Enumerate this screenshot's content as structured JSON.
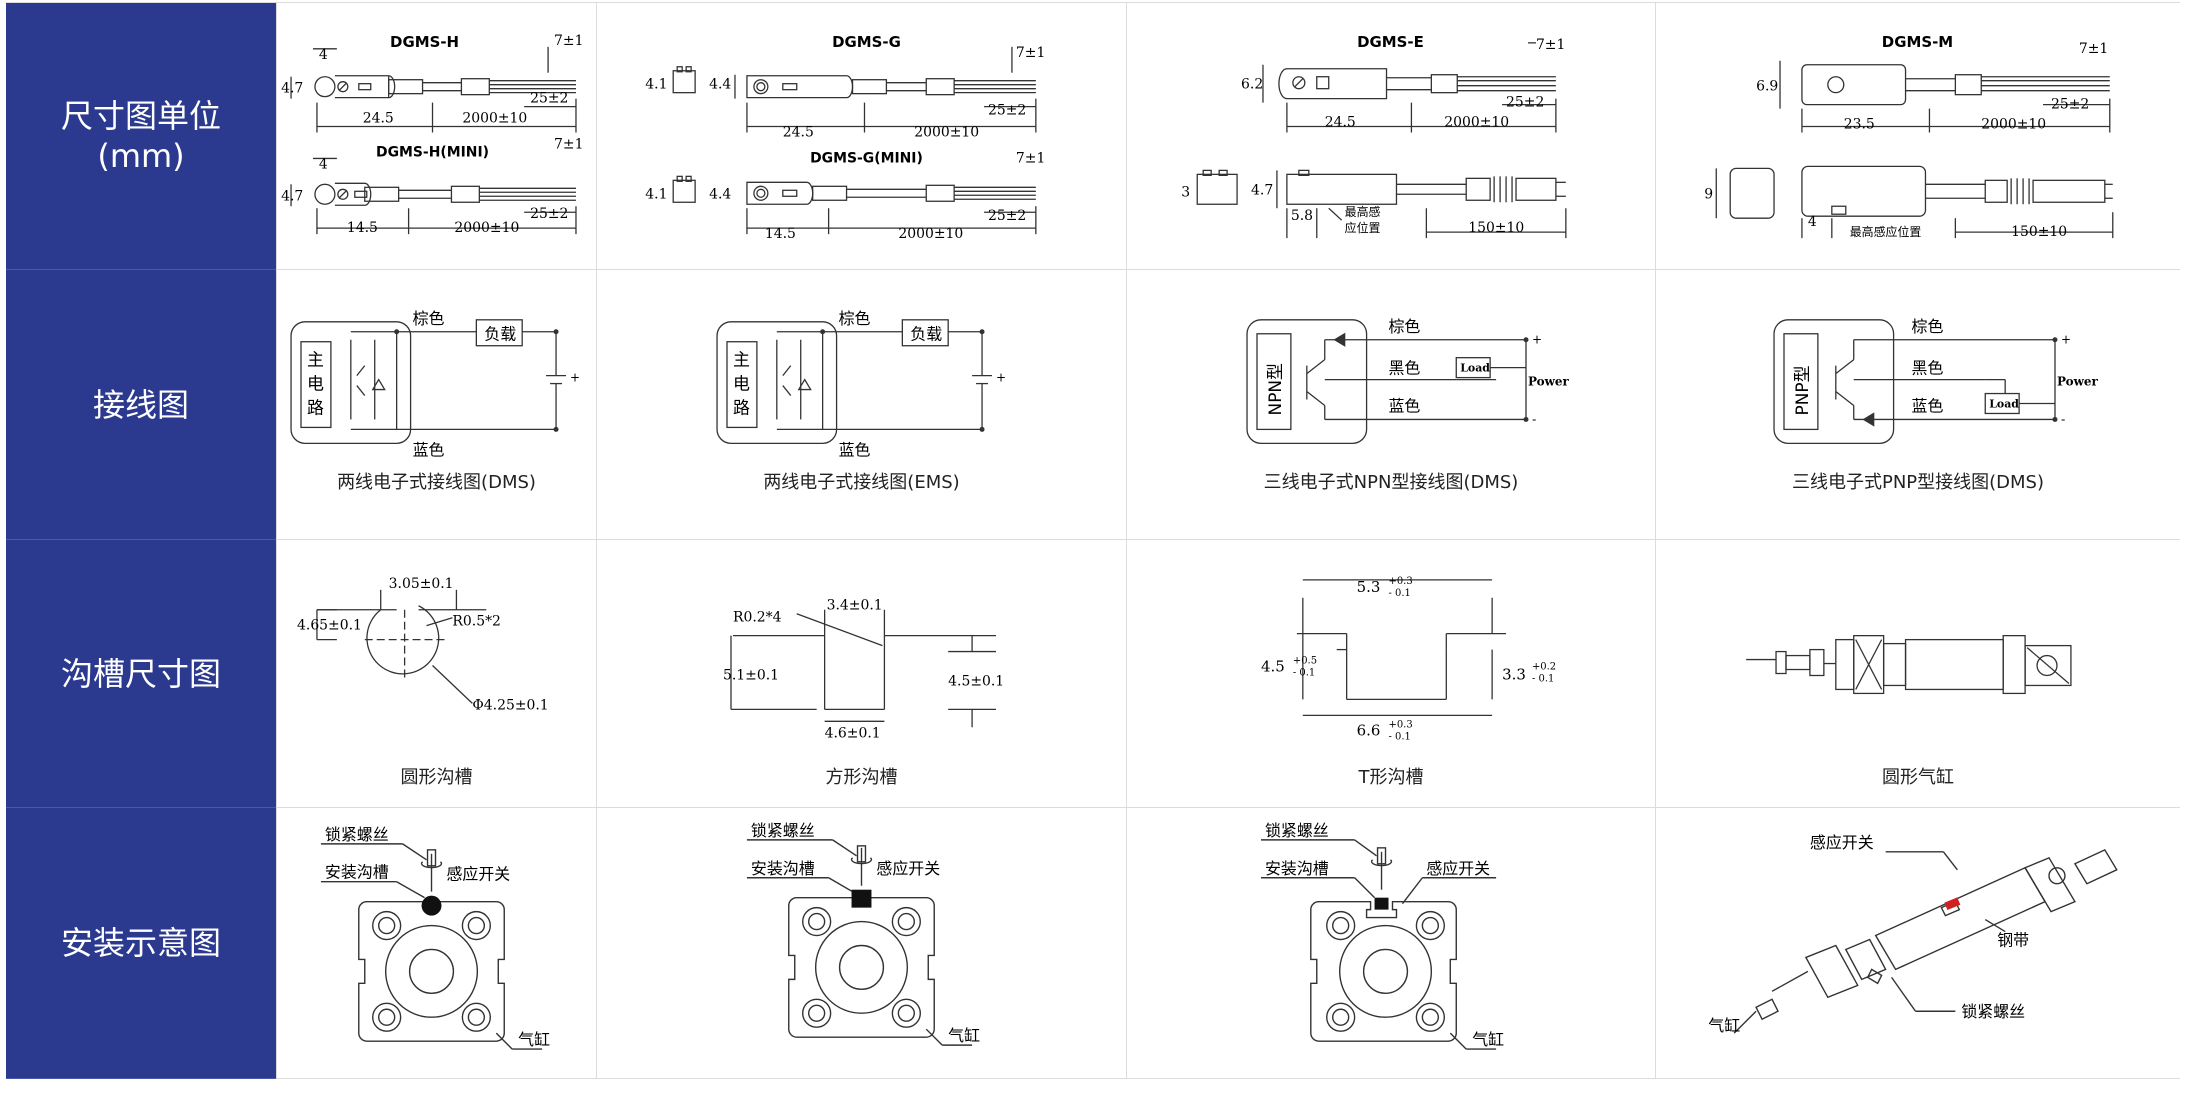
{
  "rows": {
    "dimensions": {
      "label_line1": "尺寸图单位",
      "label_line2": "(mm)"
    },
    "wiring": {
      "label": "接线图"
    },
    "groove": {
      "label": "沟槽尺寸图"
    },
    "install": {
      "label": "安装示意图"
    }
  },
  "dimensions": {
    "h": {
      "title": "DGMS-H",
      "mini_title": "DGMS-H(MINI)",
      "dia": "4.7",
      "top": "4",
      "len": "24.5",
      "mini_len": "14.5",
      "cable": "2000±10",
      "tail": "25±2",
      "strip": "7±1"
    },
    "g": {
      "title": "DGMS-G",
      "mini_title": "DGMS-G(MINI)",
      "side": "4.1",
      "dia": "4.4",
      "len": "24.5",
      "mini_len": "14.5",
      "cable": "2000±10",
      "tail": "25±2",
      "strip": "7±1"
    },
    "e": {
      "title": "DGMS-E",
      "h": "6.2",
      "len": "24.5",
      "cable": "2000±10",
      "tail": "25±2",
      "strip": "7±1",
      "side": "3",
      "h2": "4.7",
      "offset": "5.8",
      "sense": "最高感",
      "sense2": "应位置",
      "cable2": "150±10"
    },
    "m": {
      "title": "DGMS-M",
      "h": "6.9",
      "len": "23.5",
      "cable": "2000±10",
      "tail": "25±2",
      "strip": "7±1",
      "side": "9",
      "offset": "4",
      "sense": "最高感应位置",
      "cable2": "150±10"
    }
  },
  "wiring": {
    "dms2": {
      "caption": "两线电子式接线图(DMS)",
      "brown": "棕色",
      "blue": "蓝色",
      "load": "负载",
      "c1": "主",
      "c2": "电",
      "c3": "路",
      "plus": "+",
      "minus": "-"
    },
    "ems2": {
      "caption": "两线电子式接线图(EMS)",
      "brown": "棕色",
      "blue": "蓝色",
      "load": "负载",
      "c1": "主",
      "c2": "电",
      "c3": "路",
      "plus": "+",
      "minus": "-"
    },
    "npn": {
      "caption": "三线电子式NPN型接线图(DMS)",
      "brown": "棕色",
      "black": "黑色",
      "blue": "蓝色",
      "load": "Load",
      "power": "Power",
      "type": "NPN型",
      "plus": "+",
      "minus": "-"
    },
    "pnp": {
      "caption": "三线电子式PNP型接线图(DMS)",
      "brown": "棕色",
      "black": "黑色",
      "blue": "蓝色",
      "load": "Load",
      "power": "Power",
      "type": "PNP型",
      "plus": "+",
      "minus": "-"
    }
  },
  "groove": {
    "round": {
      "caption": "圆形沟槽",
      "w": "3.05±0.1",
      "h": "4.65±0.1",
      "r": "R0.5*2",
      "d": "Φ4.25±0.1"
    },
    "square": {
      "caption": "方形沟槽",
      "r": "R0.2*4",
      "w": "3.4±0.1",
      "h1": "5.1±0.1",
      "h2": "4.5±0.1",
      "w2": "4.6±0.1"
    },
    "t": {
      "caption": "T形沟槽",
      "top": "5.3",
      "top_tol_hi": "+0.3",
      "top_tol_lo": "- 0.1",
      "left": "4.5",
      "left_tol_hi": "+0.5",
      "left_tol_lo": "- 0.1",
      "right": "3.3",
      "right_tol_hi": "+0.2",
      "right_tol_lo": "- 0.1",
      "bottom": "6.6",
      "bottom_tol_hi": "+0.3",
      "bottom_tol_lo": "- 0.1"
    },
    "cyl": {
      "caption": "圆形气缸"
    }
  },
  "install": {
    "a": {
      "screw": "锁紧螺丝",
      "groove": "安装沟槽",
      "switch": "感应开关",
      "cyl": "气缸"
    },
    "b": {
      "screw": "锁紧螺丝",
      "groove": "安装沟槽",
      "switch": "感应开关",
      "cyl": "气缸"
    },
    "c": {
      "screw": "锁紧螺丝",
      "groove": "安装沟槽",
      "switch": "感应开关",
      "cyl": "气缸"
    },
    "d": {
      "switch": "感应开关",
      "band": "钢带",
      "screw": "锁紧螺丝",
      "cyl": "气缸"
    }
  },
  "colors": {
    "header_bg": "#2b3a8f",
    "line": "#333333",
    "accent": "#d02020"
  }
}
